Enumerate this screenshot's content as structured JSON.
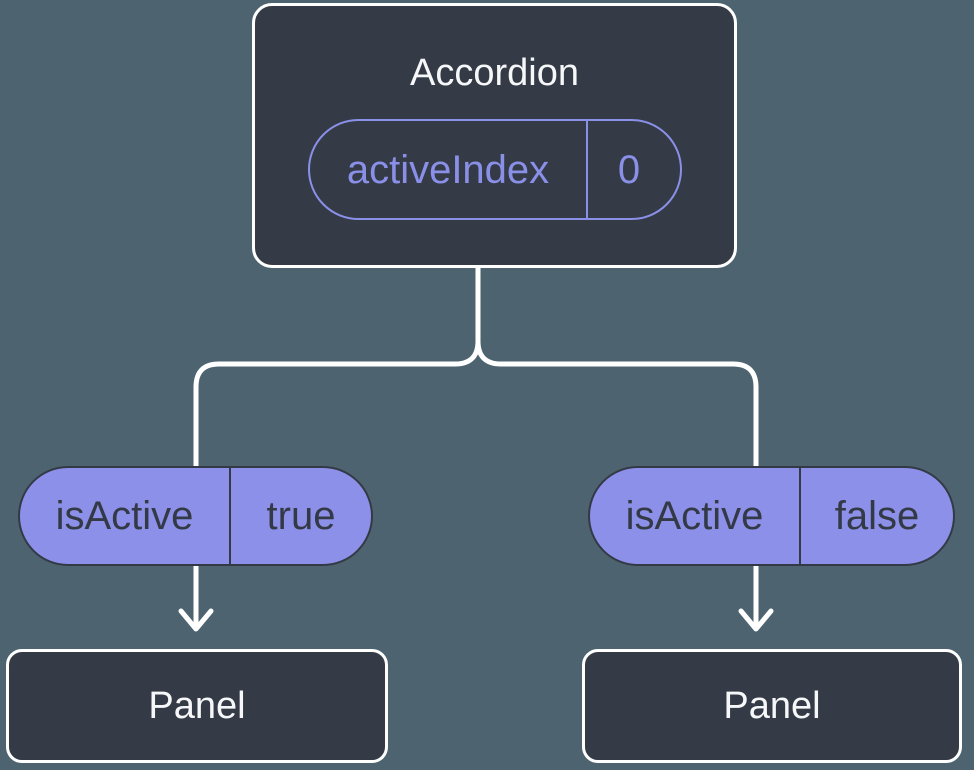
{
  "colors": {
    "background": "#4D6470",
    "node_fill": "#343B46",
    "node_border": "#FFFFFF",
    "accent_purple": "#8A90E8",
    "pill_fill": "#8C90E9",
    "pill_text": "#333A46",
    "title_text": "#F6F7F9",
    "connector": "#FFFFFF"
  },
  "root": {
    "title": "Accordion",
    "prop": {
      "name": "activeIndex",
      "value": "0"
    }
  },
  "children": [
    {
      "prop": {
        "name": "isActive",
        "value": "true"
      },
      "node": {
        "title": "Panel"
      }
    },
    {
      "prop": {
        "name": "isActive",
        "value": "false"
      },
      "node": {
        "title": "Panel"
      }
    }
  ]
}
